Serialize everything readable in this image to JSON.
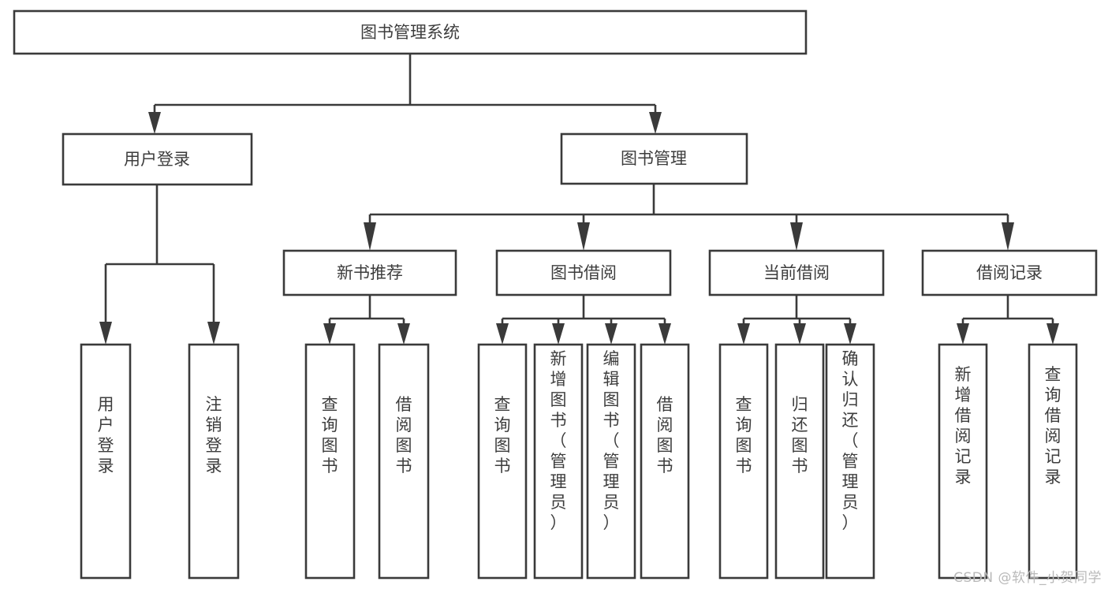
{
  "diagram": {
    "title": "图书管理系统",
    "type": "tree-hierarchy-functional-structure",
    "background_color": "#ffffff",
    "line_color": "#3a3a3a",
    "text_color": "#3d3d3d",
    "box_fill": "#ffffff"
  },
  "nodes": {
    "root": {
      "label": "图书管理系统",
      "level": 1,
      "orientation": "horizontal"
    },
    "level2": [
      {
        "id": "user-login",
        "label": "用户登录",
        "orientation": "horizontal"
      },
      {
        "id": "book-manage",
        "label": "图书管理",
        "orientation": "horizontal"
      }
    ],
    "level3": [
      {
        "id": "new-book-recommend",
        "label": "新书推荐",
        "orientation": "horizontal",
        "parent": "book-manage"
      },
      {
        "id": "book-borrow",
        "label": "图书借阅",
        "orientation": "horizontal",
        "parent": "book-manage"
      },
      {
        "id": "current-borrow",
        "label": "当前借阅",
        "orientation": "horizontal",
        "parent": "book-manage"
      },
      {
        "id": "borrow-record",
        "label": "借阅记录",
        "orientation": "horizontal",
        "parent": "book-manage"
      }
    ],
    "leaves": [
      {
        "id": "leaf-user-login",
        "label": "用户登录",
        "parent": "user-login",
        "orientation": "vertical"
      },
      {
        "id": "leaf-logout-login",
        "label": "注销登录",
        "parent": "user-login",
        "orientation": "vertical"
      },
      {
        "id": "leaf-query-book-1",
        "label": "查询图书",
        "parent": "new-book-recommend",
        "orientation": "vertical"
      },
      {
        "id": "leaf-borrow-book-1",
        "label": "借阅图书",
        "parent": "new-book-recommend",
        "orientation": "vertical"
      },
      {
        "id": "leaf-query-book-2",
        "label": "查询图书",
        "parent": "book-borrow",
        "orientation": "vertical"
      },
      {
        "id": "leaf-add-book",
        "label": "新增图书（管理员）",
        "parent": "book-borrow",
        "orientation": "vertical"
      },
      {
        "id": "leaf-edit-book",
        "label": "编辑图书（管理员）",
        "parent": "book-borrow",
        "orientation": "vertical"
      },
      {
        "id": "leaf-borrow-book-2",
        "label": "借阅图书",
        "parent": "book-borrow",
        "orientation": "vertical"
      },
      {
        "id": "leaf-query-book-3",
        "label": "查询图书",
        "parent": "current-borrow",
        "orientation": "vertical"
      },
      {
        "id": "leaf-return-book",
        "label": "归还图书",
        "parent": "current-borrow",
        "orientation": "vertical"
      },
      {
        "id": "leaf-confirm-return",
        "label": "确认归还（管理员）",
        "parent": "current-borrow",
        "orientation": "vertical"
      },
      {
        "id": "leaf-add-record",
        "label": "新增借阅记录",
        "parent": "borrow-record",
        "orientation": "vertical"
      },
      {
        "id": "leaf-query-record",
        "label": "查询借阅记录",
        "parent": "borrow-record",
        "orientation": "vertical"
      }
    ]
  },
  "watermark": {
    "text": "CSDN @软件_小贺同学"
  }
}
